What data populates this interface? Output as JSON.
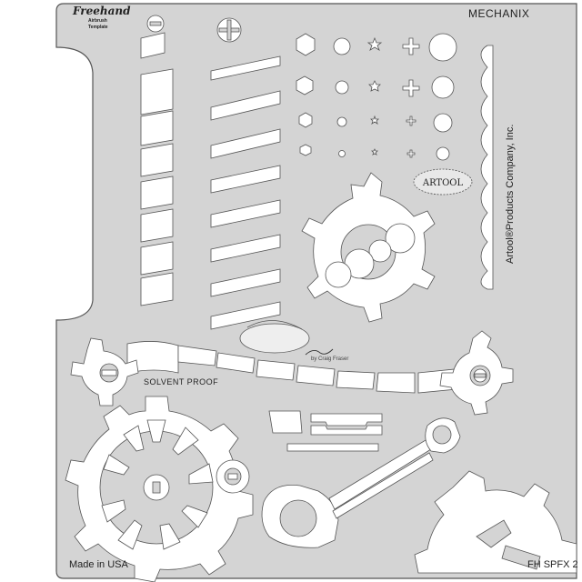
{
  "template": {
    "title": "MECHANIX",
    "company": "Artool®Products Company, Inc.",
    "made_in": "Made in USA",
    "product_code": "FH SPFX 2",
    "solvent_label": "SOLVENT PROOF",
    "signature_caption": "by Craig Fraser",
    "brand_logo": "Freehand",
    "brand_line1": "Airbrush",
    "brand_line2": "Template",
    "artool_logo": "ARTOOL",
    "sheet_color": "#d4d4d4",
    "cutout_color": "#ffffff",
    "edge_color": "#555555"
  }
}
